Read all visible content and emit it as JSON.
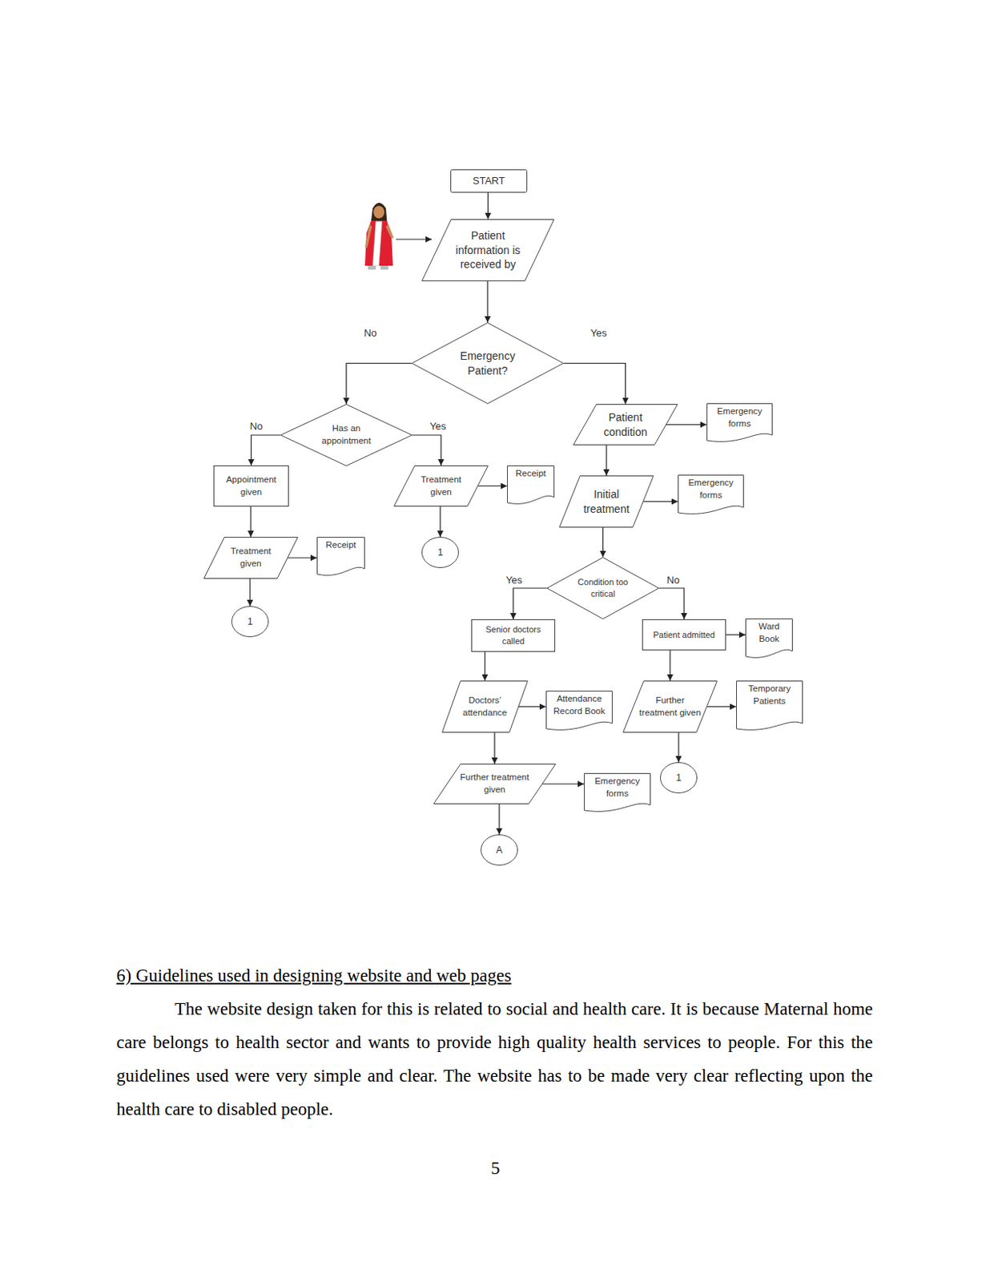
{
  "diagram": {
    "nodes": [
      {
        "text": [
          "START"
        ]
      },
      {
        "text": [
          "Patient information is received by"
        ]
      },
      {
        "text": [
          "Emergency Patient?"
        ]
      },
      {
        "text": [
          "Has an appointment"
        ]
      },
      {
        "text": [
          "Appointment given"
        ]
      },
      {
        "text": [
          "Treatment given"
        ]
      },
      {
        "text": [
          "Receipt"
        ]
      },
      {
        "text": [
          "1"
        ]
      },
      {
        "text": [
          "Treatment given"
        ]
      },
      {
        "text": [
          "Receipt"
        ]
      },
      {
        "text": [
          "1"
        ]
      },
      {
        "text": [
          "Patient condition"
        ]
      },
      {
        "text": [
          "Emergency forms"
        ]
      },
      {
        "text": [
          "Initial treatment"
        ]
      },
      {
        "text": [
          "Emergency forms"
        ]
      },
      {
        "text": [
          "Condition too critical"
        ]
      },
      {
        "text": [
          "Senior doctors called"
        ]
      },
      {
        "text": [
          "Patient admitted"
        ]
      },
      {
        "text": [
          "Ward Book"
        ]
      },
      {
        "text": [
          "Doctors’ attendance"
        ]
      },
      {
        "text": [
          "Attendance Record Book"
        ]
      },
      {
        "text": [
          "Further treatment given"
        ]
      },
      {
        "text": [
          "Temporary Patients"
        ]
      },
      {
        "text": [
          "1"
        ]
      },
      {
        "text": [
          "Further treatment given"
        ]
      },
      {
        "text": [
          "Emergency forms"
        ]
      },
      {
        "text": [
          "A"
        ]
      }
    ],
    "edges": [
      {
        "from": 0,
        "to": 1,
        "arrow": "to"
      },
      {
        "from": 1,
        "to": 2,
        "arrow": "to"
      },
      {
        "from": 2,
        "to": 3,
        "label": "No",
        "arrow": "to"
      },
      {
        "from": 2,
        "to": 11,
        "label": "Yes",
        "arrow": "to"
      },
      {
        "from": 3,
        "to": 4,
        "label": "No",
        "arrow": "to"
      },
      {
        "from": 3,
        "to": 8,
        "label": "Yes",
        "arrow": "to"
      },
      {
        "from": 4,
        "to": 5,
        "arrow": "to"
      },
      {
        "from": 5,
        "to": 6,
        "arrow": "to"
      },
      {
        "from": 5,
        "to": 7,
        "arrow": "to"
      },
      {
        "from": 8,
        "to": 9,
        "arrow": "to"
      },
      {
        "from": 8,
        "to": 10,
        "arrow": "to"
      },
      {
        "from": 11,
        "to": 12,
        "arrow": "to"
      },
      {
        "from": 11,
        "to": 13,
        "arrow": "to"
      },
      {
        "from": 13,
        "to": 14,
        "arrow": "to"
      },
      {
        "from": 13,
        "to": 15,
        "arrow": "to"
      },
      {
        "from": 15,
        "to": 16,
        "label": "Yes",
        "arrow": "to"
      },
      {
        "from": 15,
        "to": 17,
        "label": "No",
        "arrow": "to"
      },
      {
        "from": 17,
        "to": 18,
        "arrow": "to"
      },
      {
        "from": 16,
        "to": 19,
        "arrow": "to"
      },
      {
        "from": 19,
        "to": 20,
        "arrow": "to"
      },
      {
        "from": 17,
        "to": 21,
        "arrow": "to"
      },
      {
        "from": 21,
        "to": 22,
        "arrow": "to"
      },
      {
        "from": 21,
        "to": 23,
        "arrow": "to"
      },
      {
        "from": 19,
        "to": 24,
        "arrow": "to"
      },
      {
        "from": 24,
        "to": 25,
        "arrow": "to"
      },
      {
        "from": 24,
        "to": 26,
        "arrow": "to"
      }
    ],
    "labels": [
      "6) Guidelines used in designing website and web pages",
      "The website design taken for this is related to social and health care. It is because Maternal home care belongs to health sector and wants to provide high quality health services to people. For this the guidelines used were very simple and clear. The website has to be made very clear reflecting upon the health care to disabled people.",
      "5"
    ]
  }
}
